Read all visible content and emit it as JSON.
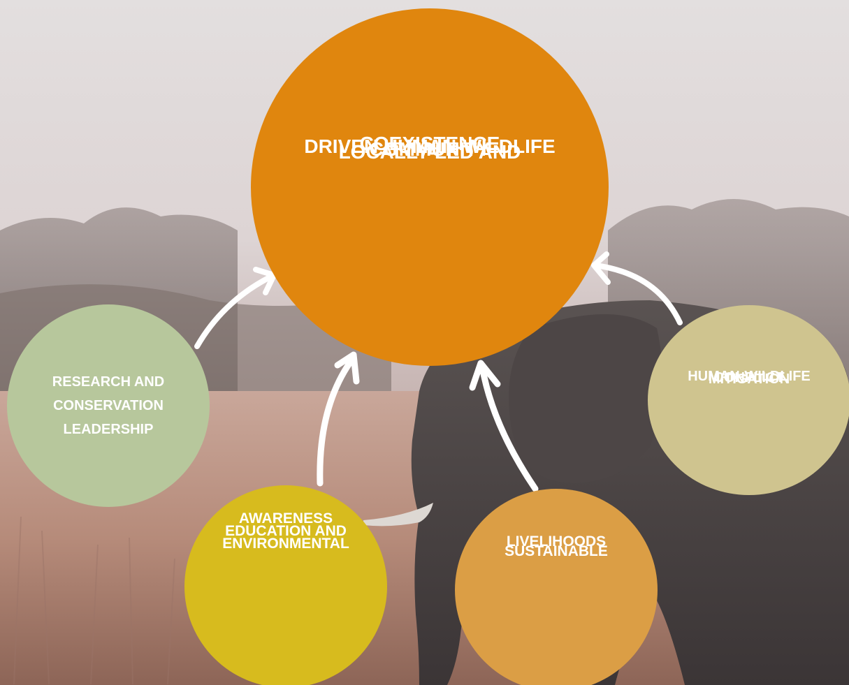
{
  "diagram": {
    "center": {
      "lines": [
        "LOCALLY-LED AND",
        "COMMUNITY",
        "DRIVEN HUMAN-WILDLIFE",
        "COEXISTENCE"
      ],
      "color": "#e0860e"
    },
    "nodes": {
      "research": {
        "lines": [
          "RESEARCH AND",
          "CONSERVATION",
          "LEADERSHIP"
        ],
        "color": "#b7c79c"
      },
      "education": {
        "lines": [
          "ENVIRONMENTAL",
          "EDUCATION AND",
          "AWARENESS"
        ],
        "color": "#d7bb1e"
      },
      "livelihoods": {
        "lines": [
          "SUSTAINABLE",
          "LIVELIHOODS"
        ],
        "color": "#db9e45"
      },
      "conflict": {
        "lines": [
          "HUMAN-WILDLIFE",
          "CONFLICT",
          "MITIGATION"
        ],
        "color": "#cfc48f"
      }
    },
    "arrow_color": "#ffffff"
  }
}
